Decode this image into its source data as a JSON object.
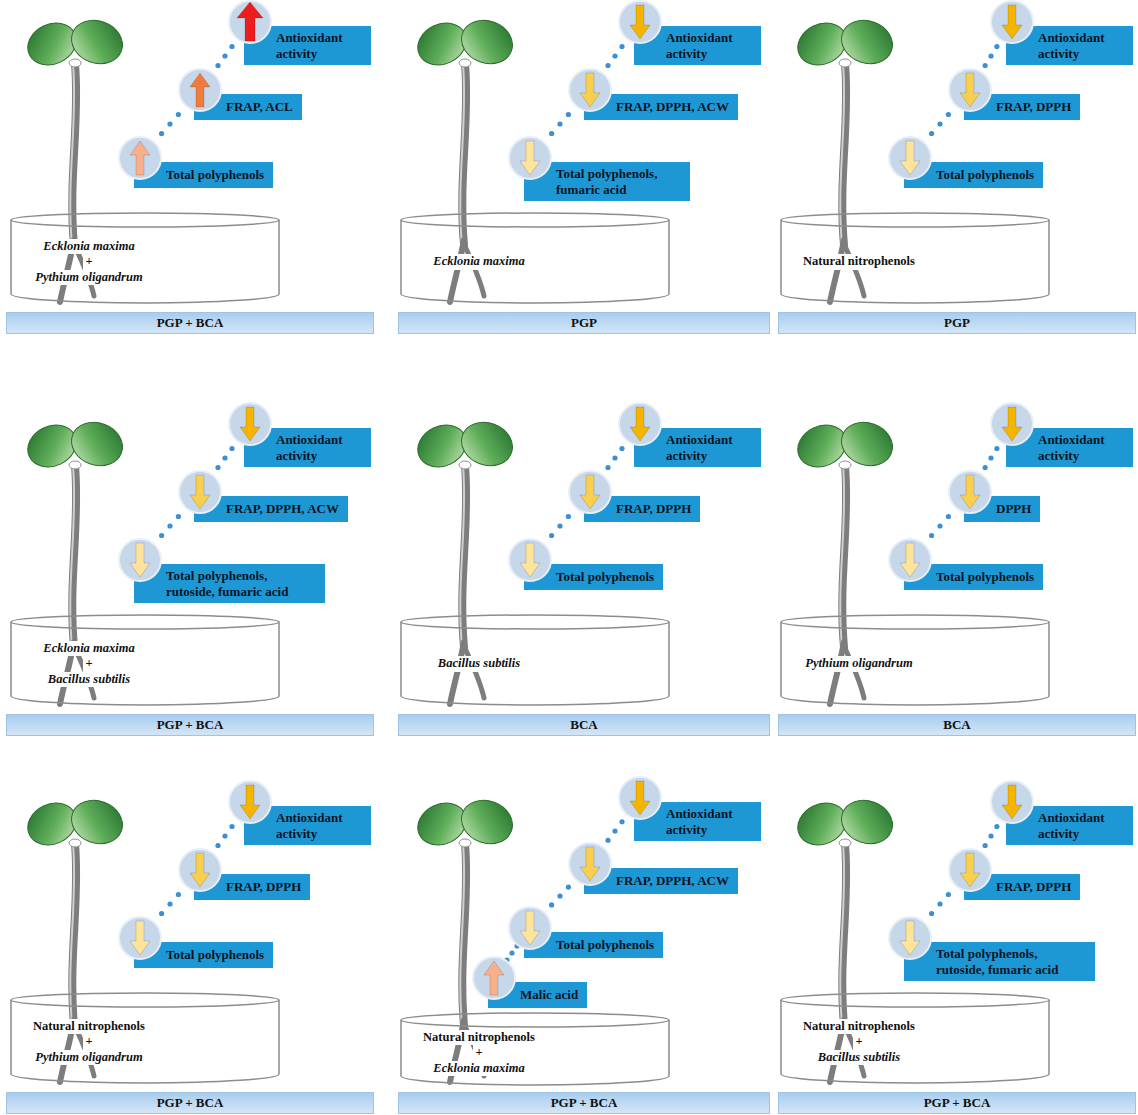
{
  "diagram": {
    "nodes": [
      {
        "text": [
          "Antioxidant activity"
        ]
      },
      {
        "text": [
          "FRAP, ACL"
        ]
      },
      {
        "text": [
          "Total polyphenols"
        ]
      },
      {
        "text": [
          "Ecklonia maxima",
          "+",
          "Pythium oligandrum"
        ]
      },
      {
        "text": [
          "PGP + BCA"
        ]
      },
      {
        "text": [
          "Antioxidant activity"
        ]
      },
      {
        "text": [
          "FRAP, DPPH, ACW"
        ]
      },
      {
        "text": [
          "Total polyphenols, fumaric acid"
        ]
      },
      {
        "text": [
          "Ecklonia maxima"
        ]
      },
      {
        "text": [
          "PGP"
        ]
      },
      {
        "text": [
          "Antioxidant activity"
        ]
      },
      {
        "text": [
          "FRAP, DPPH"
        ]
      },
      {
        "text": [
          "Total polyphenols"
        ]
      },
      {
        "text": [
          "Natural nitrophenols"
        ]
      },
      {
        "text": [
          "PGP"
        ]
      },
      {
        "text": [
          "Antioxidant activity"
        ]
      },
      {
        "text": [
          "FRAP, DPPH, ACW"
        ]
      },
      {
        "text": [
          "Total polyphenols, rutoside, fumaric acid"
        ]
      },
      {
        "text": [
          "Ecklonia maxima",
          "+",
          "Bacillus subtilis"
        ]
      },
      {
        "text": [
          "PGP + BCA"
        ]
      },
      {
        "text": [
          "Antioxidant activity"
        ]
      },
      {
        "text": [
          "FRAP, DPPH"
        ]
      },
      {
        "text": [
          "Total polyphenols"
        ]
      },
      {
        "text": [
          "Bacillus subtilis"
        ]
      },
      {
        "text": [
          "BCA"
        ]
      },
      {
        "text": [
          "Antioxidant activity"
        ]
      },
      {
        "text": [
          "DPPH"
        ]
      },
      {
        "text": [
          "Total polyphenols"
        ]
      },
      {
        "text": [
          "Pythium oligandrum"
        ]
      },
      {
        "text": [
          "BCA"
        ]
      },
      {
        "text": [
          "Antioxidant activity"
        ]
      },
      {
        "text": [
          "FRAP, DPPH"
        ]
      },
      {
        "text": [
          "Total polyphenols"
        ]
      },
      {
        "text": [
          "Natural nitrophenols",
          "+",
          "Pythium oligandrum"
        ]
      },
      {
        "text": [
          "PGP + BCA"
        ]
      },
      {
        "text": [
          "Antioxidant activity"
        ]
      },
      {
        "text": [
          "FRAP, DPPH, ACW"
        ]
      },
      {
        "text": [
          "Total polyphenols"
        ]
      },
      {
        "text": [
          "Malic acid"
        ]
      },
      {
        "text": [
          "Natural nitrophenols",
          "+",
          "Ecklonia maxima"
        ]
      },
      {
        "text": [
          "PGP + BCA"
        ]
      },
      {
        "text": [
          "Antioxidant activity"
        ]
      },
      {
        "text": [
          "FRAP, DPPH"
        ]
      },
      {
        "text": [
          "Total polyphenols, rutoside, fumaric acid"
        ]
      },
      {
        "text": [
          "Natural nitrophenols",
          "+",
          "Bacillus subtilis"
        ]
      },
      {
        "text": [
          "PGP + BCA"
        ]
      }
    ]
  }
}
